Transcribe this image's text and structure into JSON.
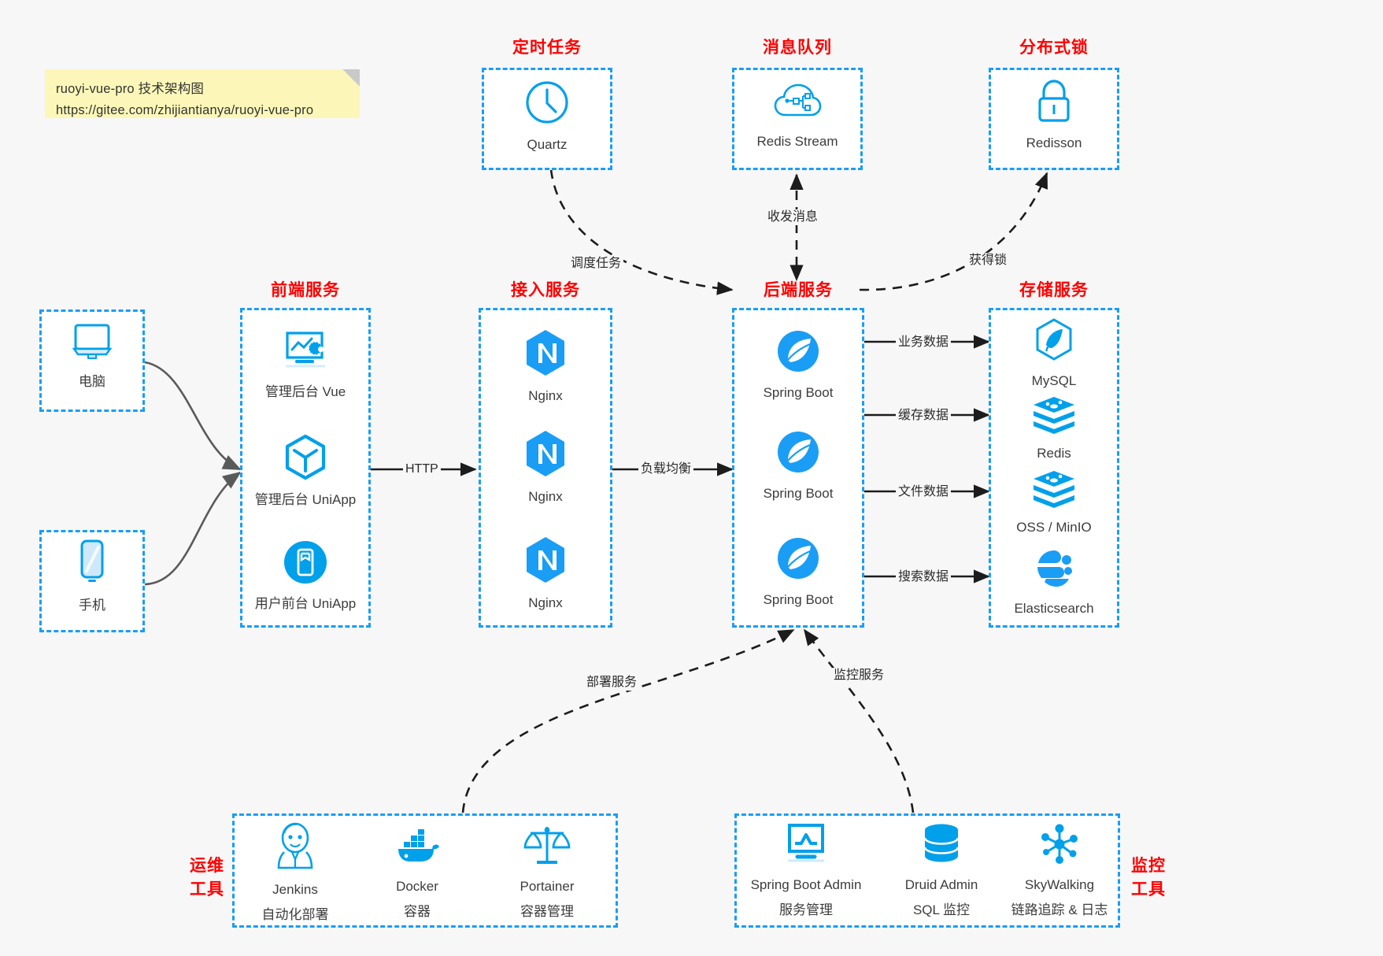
{
  "note": {
    "line1": "ruoyi-vue-pro 技术架构图",
    "line2": "https://gitee.com/zhijiantianya/ruoyi-vue-pro"
  },
  "colors": {
    "accent_blue": "#1a9df5",
    "icon_blue": "#00a0ea",
    "title_red": "#ff0000",
    "background": "#f7f7f7",
    "note_yellow": "#fcf7b8",
    "arrow_gray": "#5a5a5a",
    "arrow_black": "#1c1c1c"
  },
  "groups": {
    "scheduler": {
      "title": "定时任务",
      "nodes": [
        {
          "label": "Quartz",
          "icon": "clock-icon"
        }
      ]
    },
    "message_queue": {
      "title": "消息队列",
      "nodes": [
        {
          "label": "Redis Stream",
          "icon": "cloud-network-icon"
        }
      ]
    },
    "distributed_lock": {
      "title": "分布式锁",
      "nodes": [
        {
          "label": "Redisson",
          "icon": "padlock-icon"
        }
      ]
    },
    "clients": {
      "nodes": [
        {
          "label": "电脑",
          "icon": "desktop-monitor-icon"
        },
        {
          "label": "手机",
          "icon": "mobile-phone-icon"
        }
      ]
    },
    "frontend": {
      "title": "前端服务",
      "nodes": [
        {
          "label": "管理后台 Vue",
          "icon": "dashboard-settings-icon"
        },
        {
          "label": "管理后台 UniApp",
          "icon": "hexagon-cube-icon"
        },
        {
          "label": "用户前台 UniApp",
          "icon": "app-circle-icon"
        }
      ]
    },
    "gateway": {
      "title": "接入服务",
      "nodes": [
        {
          "label": "Nginx",
          "icon": "nginx-icon"
        },
        {
          "label": "Nginx",
          "icon": "nginx-icon"
        },
        {
          "label": "Nginx",
          "icon": "nginx-icon"
        }
      ]
    },
    "backend": {
      "title": "后端服务",
      "nodes": [
        {
          "label": "Spring Boot",
          "icon": "spring-leaf-icon"
        },
        {
          "label": "Spring Boot",
          "icon": "spring-leaf-icon"
        },
        {
          "label": "Spring Boot",
          "icon": "spring-leaf-icon"
        }
      ]
    },
    "storage": {
      "title": "存储服务",
      "nodes": [
        {
          "label": "MySQL",
          "icon": "mysql-dolphin-icon"
        },
        {
          "label": "Redis",
          "icon": "redis-stack-icon"
        },
        {
          "label": "OSS / MinIO",
          "icon": "object-storage-icon"
        },
        {
          "label": "Elasticsearch",
          "icon": "elasticsearch-icon"
        }
      ]
    },
    "devops": {
      "title_line1": "运维",
      "title_line2": "工具",
      "nodes": [
        {
          "label": "Jenkins",
          "sublabel": "自动化部署",
          "icon": "jenkins-butler-icon"
        },
        {
          "label": "Docker",
          "sublabel": "容器",
          "icon": "docker-whale-icon"
        },
        {
          "label": "Portainer",
          "sublabel": "容器管理",
          "icon": "scales-balance-icon"
        }
      ]
    },
    "monitoring": {
      "title_line1": "监控",
      "title_line2": "工具",
      "nodes": [
        {
          "label": "Spring Boot Admin",
          "sublabel": "服务管理",
          "icon": "monitor-chart-icon"
        },
        {
          "label": "Druid Admin",
          "sublabel": "SQL 监控",
          "icon": "database-cylinder-icon"
        },
        {
          "label": "SkyWalking",
          "sublabel": "链路追踪 & 日志",
          "icon": "node-network-icon"
        }
      ]
    }
  },
  "edges": [
    {
      "id": "schedule-task",
      "label": "调度任务"
    },
    {
      "id": "send-receive-message",
      "label": "收发消息"
    },
    {
      "id": "acquire-lock",
      "label": "获得锁"
    },
    {
      "id": "http",
      "label": "HTTP"
    },
    {
      "id": "load-balance",
      "label": "负载均衡"
    },
    {
      "id": "business-data",
      "label": "业务数据"
    },
    {
      "id": "cache-data",
      "label": "缓存数据"
    },
    {
      "id": "file-data",
      "label": "文件数据"
    },
    {
      "id": "search-data",
      "label": "搜索数据"
    },
    {
      "id": "deploy-service",
      "label": "部署服务"
    },
    {
      "id": "monitor-service",
      "label": "监控服务"
    }
  ]
}
